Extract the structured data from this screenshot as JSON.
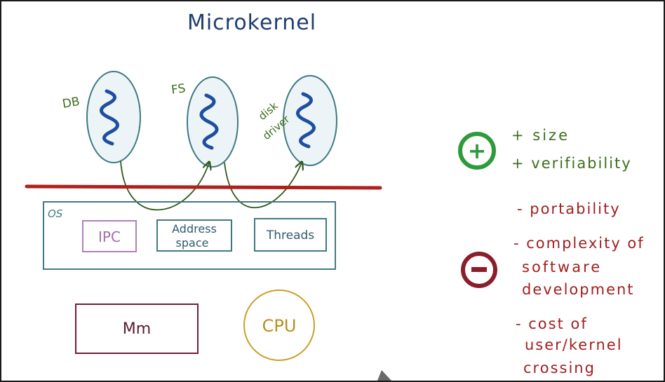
{
  "diagram": {
    "title": "Microkernel",
    "processes": [
      {
        "label": "DB"
      },
      {
        "label": "FS"
      },
      {
        "label_line1": "disk",
        "label_line2": "driver"
      }
    ],
    "os": {
      "label": "OS",
      "components": [
        {
          "label": "IPC"
        },
        {
          "line1": "Address",
          "line2": "space"
        },
        {
          "label": "Threads"
        }
      ]
    },
    "hardware": {
      "memory_label": "Mm",
      "cpu_label": "CPU"
    }
  },
  "pros": {
    "symbol": "+",
    "items": [
      "+ size",
      "+ verifiability"
    ]
  },
  "cons": {
    "symbol": "−",
    "items": [
      "- portability",
      "- complexity of",
      "software",
      "development",
      "- cost of",
      "user/kernel",
      "crossing"
    ]
  },
  "colors": {
    "title": "#1f3d6e",
    "process_outline": "#3f7a82",
    "process_fill": "#edf4f7",
    "squiggle": "#1e4fa0",
    "green_text": "#3c6e1c",
    "arrow": "#2f5a1c",
    "kernel_line": "#b0201c",
    "os_box": "#3f7a82",
    "ipc_box": "#b080b8",
    "mm_box": "#6e1f3a",
    "cpu_circle": "#c9a02a",
    "plus": "#2f9a3c",
    "minus": "#8a1e2a",
    "cons_text": "#a02020"
  }
}
